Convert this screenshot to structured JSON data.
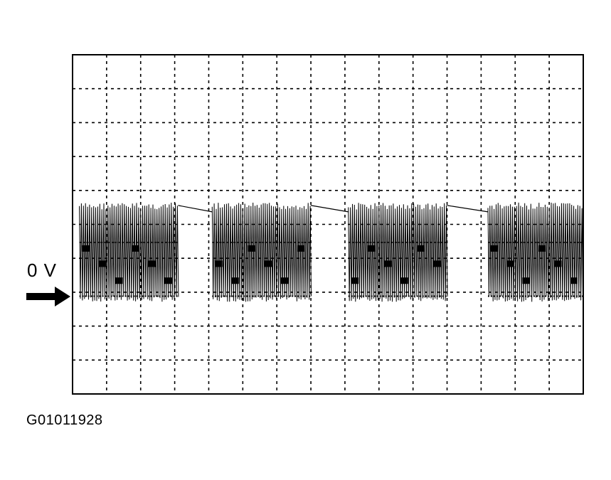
{
  "chart_data": {
    "type": "line",
    "title": "",
    "xlabel": "",
    "ylabel": "",
    "grid": true,
    "grid_style": "dotted",
    "x_divisions": 15,
    "y_divisions": 10,
    "xlim": [
      0,
      15
    ],
    "ylim": [
      -3,
      7
    ],
    "reference_marker": {
      "label": "0 V",
      "level_div": 0
    },
    "series": [
      {
        "values": [],
        "bursts": [
          {
            "start_div": 0.2,
            "end_div": 3.1
          },
          {
            "start_div": 4.1,
            "end_div": 7.0
          },
          {
            "start_div": 8.1,
            "end_div": 11.0
          },
          {
            "start_div": 12.2,
            "end_div": 15.0
          }
        ],
        "burst_high_div": 2.6,
        "burst_low_div": -0.2,
        "decay_start_div": 2.6,
        "decay_end_div": 2.45,
        "pulse_period_div": 0.12
      }
    ]
  },
  "figure_id": "G01011928",
  "colors": {
    "trace": "#000000",
    "grid": "#000000",
    "background": "#ffffff"
  },
  "icons": {
    "marker": "arrow-right-icon"
  }
}
